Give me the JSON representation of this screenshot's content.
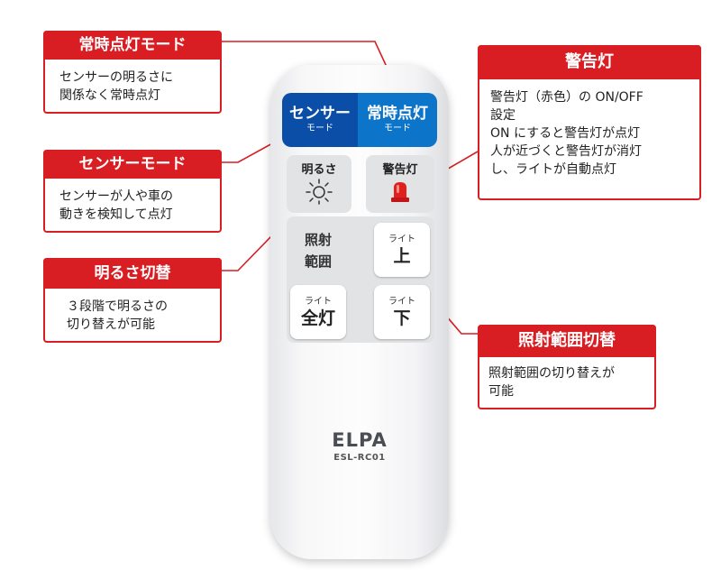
{
  "remote": {
    "sensor_mode_btn": {
      "big": "センサー",
      "small": "モード"
    },
    "always_on_btn": {
      "big": "常時点灯",
      "small": "モード"
    },
    "brightness_btn": {
      "label": "明るさ"
    },
    "warning_btn": {
      "label": "警告灯"
    },
    "range_label_line1": "照射",
    "range_label_line2": "範囲",
    "up_btn": {
      "small": "ライト",
      "big": "上"
    },
    "full_btn": {
      "small": "ライト",
      "big": "全灯"
    },
    "down_btn": {
      "small": "ライト",
      "big": "下"
    },
    "brand": "ELPA",
    "model": "ESL-RC01"
  },
  "callouts": {
    "always_on": {
      "title": "常時点灯モード",
      "body": [
        "センサーの明るさに",
        "関係なく常時点灯"
      ]
    },
    "sensor_mode": {
      "title": "センサーモード",
      "body": [
        "センサーが人や車の",
        "動きを検知して点灯"
      ]
    },
    "brightness": {
      "title": "明るさ切替",
      "body": [
        "３段階で明るさの",
        "切り替えが可能"
      ]
    },
    "warning": {
      "title": "警告灯",
      "body": [
        "警告灯（赤色）の ON/OFF",
        "設定",
        "ON にすると警告灯が点灯",
        "人が近づくと警告灯が消灯",
        "し、ライトが自動点灯"
      ]
    },
    "range": {
      "title": "照射範囲切替",
      "body": [
        "照射範囲の切り替えが",
        "可能"
      ]
    }
  },
  "colors": {
    "accent": "#d81e23",
    "mode_dark_blue": "#0a4ea8",
    "mode_light_blue": "#0c74c9",
    "warning_lamp": "#e0201d"
  }
}
